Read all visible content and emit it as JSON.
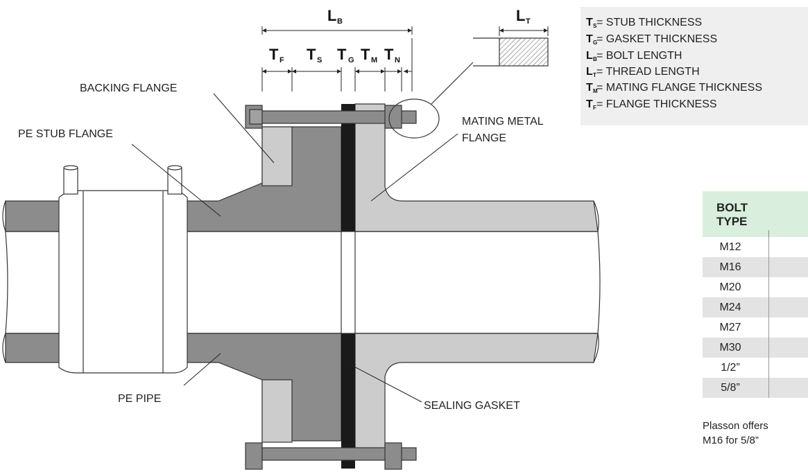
{
  "labels": {
    "backing_flange": "BACKING FLANGE",
    "pe_stub_flange": "PE STUB FLANGE",
    "mating_metal_flange_1": "MATING METAL",
    "mating_metal_flange_2": "FLANGE",
    "pe_pipe": "PE PIPE",
    "sealing_gasket": "SEALING GASKET"
  },
  "dimensions": {
    "lb": {
      "main": "L",
      "sub": "B"
    },
    "lt": {
      "main": "L",
      "sub": "T"
    },
    "tf": {
      "main": "T",
      "sub": "F"
    },
    "ts": {
      "main": "T",
      "sub": "S"
    },
    "tg": {
      "main": "T",
      "sub": "G"
    },
    "tm": {
      "main": "T",
      "sub": "M"
    },
    "tn": {
      "main": "T",
      "sub": "N"
    }
  },
  "legend": [
    {
      "main": "T",
      "sub": "S",
      "text": "= STUB THICKNESS"
    },
    {
      "main": "T",
      "sub": "G",
      "text": "= GASKET THICKNESS"
    },
    {
      "main": "L",
      "sub": "B",
      "text": "= BOLT LENGTH"
    },
    {
      "main": "L",
      "sub": "T",
      "text": "= THREAD LENGTH"
    },
    {
      "main": "T",
      "sub": "M",
      "text": "= MATING FLANGE THICKNESS"
    },
    {
      "main": "T",
      "sub": "F",
      "text": "= FLANGE THICKNESS"
    }
  ],
  "bolt_table": {
    "header_line1": "BOLT",
    "header_line2": "TYPE",
    "rows": [
      "M12",
      "M16",
      "M20",
      "M24",
      "M27",
      "M30",
      "1/2”",
      "5/8”"
    ]
  },
  "note": {
    "line1": "Plasson offers",
    "line2": "M16 for 5/8”"
  },
  "colors": {
    "pe_dark": "#8c8c8c",
    "metal_light": "#cccccc",
    "gasket": "#1a1a1a",
    "table_header": "#d9eedc",
    "legend_bg": "#efefef"
  }
}
